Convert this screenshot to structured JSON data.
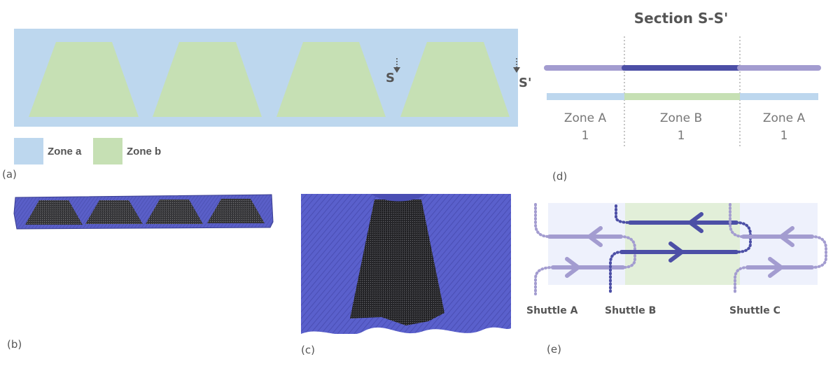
{
  "panels": {
    "a": {
      "label": "(a)",
      "marker_s": "S",
      "marker_s_prime": "S'",
      "legend": [
        {
          "name": "Zone a",
          "color": "#bdd7ee"
        },
        {
          "name": "Zone b",
          "color": "#c6e0b4"
        }
      ]
    },
    "b": {
      "label": "(b)"
    },
    "c": {
      "label": "(c)"
    },
    "d": {
      "label": "(d)",
      "title": "Section S-S'",
      "zones": [
        {
          "name": "Zone A",
          "count": "1"
        },
        {
          "name": "Zone B",
          "count": "1"
        },
        {
          "name": "Zone A",
          "count": "1"
        }
      ]
    },
    "e": {
      "label": "(e)",
      "shuttles": [
        "Shuttle A",
        "Shuttle B",
        "Shuttle C"
      ]
    }
  },
  "colors": {
    "zone_a": "#bdd7ee",
    "zone_b": "#c6e0b4",
    "light_purple": "#a39cd0",
    "dark_blue": "#4c4fa6",
    "fabric_blue": "#5a5fc8",
    "fabric_dark": "#2a2a2e"
  }
}
